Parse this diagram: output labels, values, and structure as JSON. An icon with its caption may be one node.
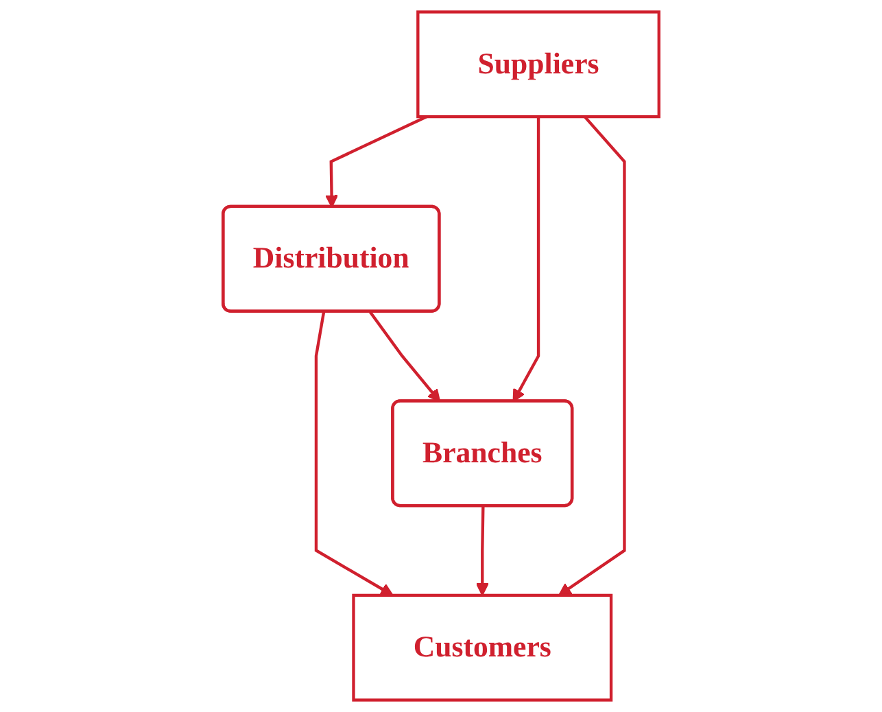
{
  "diagram": {
    "nodes": [
      {
        "text": [
          "Suppliers"
        ]
      },
      {
        "text": [
          "Distribution"
        ]
      },
      {
        "text": [
          "Branches"
        ]
      },
      {
        "text": [
          "Customers"
        ]
      }
    ],
    "edges": [
      {
        "from": 0,
        "to": 1,
        "arrow": "to"
      },
      {
        "from": 0,
        "to": 2,
        "arrow": "to"
      },
      {
        "from": 0,
        "to": 3,
        "arrow": "to"
      },
      {
        "from": 1,
        "to": 3,
        "arrow": "to"
      },
      {
        "from": 1,
        "to": 2,
        "arrow": "to"
      },
      {
        "from": 2,
        "to": 3,
        "arrow": "to"
      }
    ]
  }
}
